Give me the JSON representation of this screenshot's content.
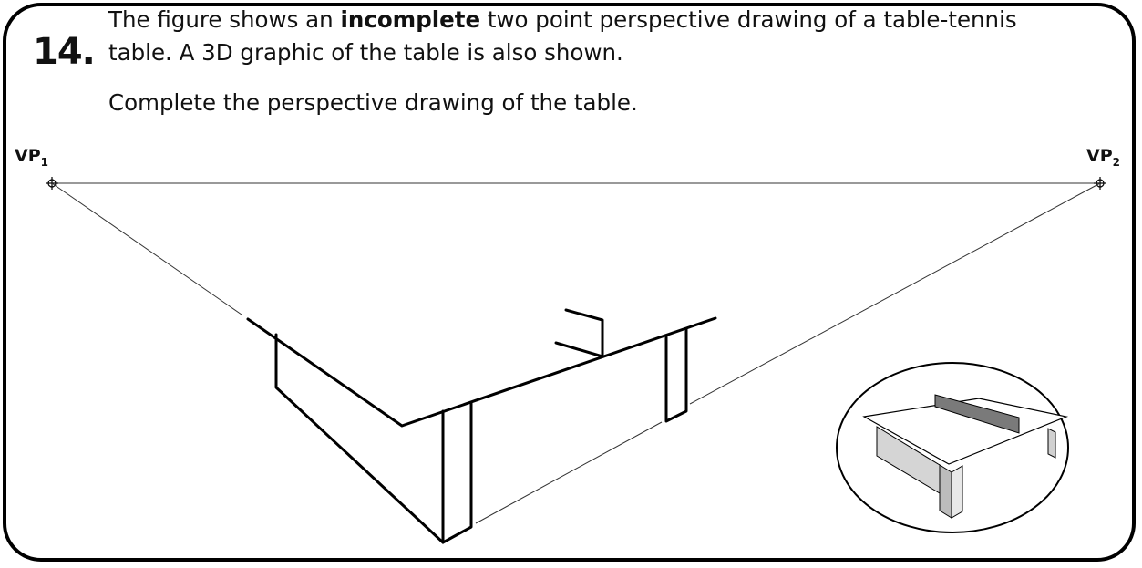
{
  "question": {
    "number": "14.",
    "line1_pre": "The figure shows an ",
    "line1_bold": "incomplete",
    "line1_post": " two point perspective drawing of a table-tennis",
    "line2": "table.  A 3D graphic of the table is also shown.",
    "instruction": "Complete the perspective drawing of the table."
  },
  "vanishing_points": {
    "vp1": {
      "label": "VP",
      "sub": "1"
    },
    "vp2": {
      "label": "VP",
      "sub": "2"
    }
  }
}
